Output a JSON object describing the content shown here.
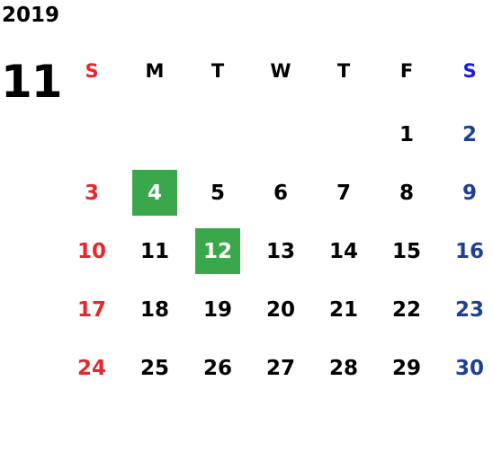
{
  "calendar": {
    "year": "2019",
    "month": "11",
    "weekdays": [
      "S",
      "M",
      "T",
      "W",
      "T",
      "F",
      "S"
    ],
    "weeks": [
      [
        "",
        "",
        "",
        "",
        "",
        "1",
        "2"
      ],
      [
        "3",
        "4",
        "5",
        "6",
        "7",
        "8",
        "9"
      ],
      [
        "10",
        "11",
        "12",
        "13",
        "14",
        "15",
        "16"
      ],
      [
        "17",
        "18",
        "19",
        "20",
        "21",
        "22",
        "23"
      ],
      [
        "24",
        "25",
        "26",
        "27",
        "28",
        "29",
        "30"
      ]
    ],
    "highlighted_days": [
      "4",
      "12"
    ]
  },
  "colors": {
    "sunday": "#e8262b",
    "saturday_header": "#1a1ae6",
    "saturday": "#1f3f95",
    "highlight": "#3aa84a",
    "text": "#000000"
  }
}
